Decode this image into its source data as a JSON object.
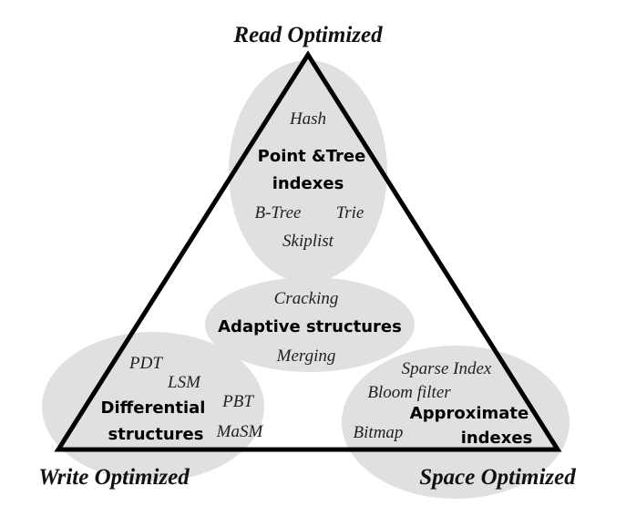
{
  "corners": {
    "top": "Read Optimized",
    "bottom_left": "Write Optimized",
    "bottom_right": "Space Optimized"
  },
  "groups": {
    "read": {
      "title_line1": "Point &Tree",
      "title_line2": "indexes",
      "items": [
        "Hash",
        "B-Tree",
        "Trie",
        "Skiplist"
      ]
    },
    "adaptive": {
      "title": "Adaptive structures",
      "items": [
        "Cracking",
        "Merging"
      ]
    },
    "write": {
      "title_line1": "Differential",
      "title_line2": "structures",
      "items": [
        "PDT",
        "LSM",
        "PBT",
        "MaSM"
      ]
    },
    "space": {
      "title_line1": "Approximate",
      "title_line2": "indexes",
      "items": [
        "Sparse Index",
        "Bloom filter",
        "Bitmap"
      ]
    }
  },
  "colors": {
    "ellipse_fill": "#e0e0e0",
    "triangle_stroke": "#000000"
  }
}
